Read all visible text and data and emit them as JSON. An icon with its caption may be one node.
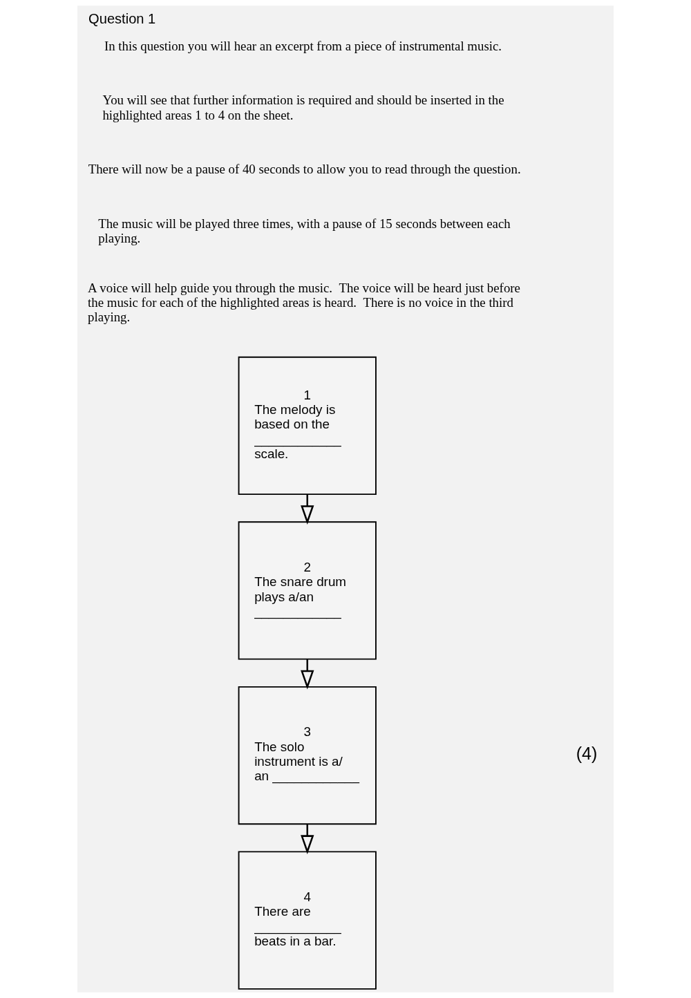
{
  "diagram": {
    "title": "Question 1",
    "nodes": [
      {
        "text": [
          "1",
          "The melody is based on the ____________ scale."
        ]
      },
      {
        "text": [
          "2",
          "The snare drum plays a/an ____________"
        ]
      },
      {
        "text": [
          "3",
          "The solo instrument is a/ an ____________"
        ]
      },
      {
        "text": [
          "4",
          "There are ____________ beats in a bar."
        ]
      }
    ],
    "edges": [
      {
        "from": 0,
        "to": 1,
        "arrow": "to"
      },
      {
        "from": 1,
        "to": 2,
        "arrow": "to"
      },
      {
        "from": 2,
        "to": 3,
        "arrow": "to"
      }
    ],
    "labels": [
      "In this question you will hear an excerpt from a piece of instrumental music.",
      "You will see that further information is required and should be inserted in the highlighted areas 1 to 4 on the sheet.",
      "There will now be a pause of 40 seconds to allow you to read through the question.",
      "The music will be played three times, with a pause of 15 seconds between each playing.",
      "A voice will help guide you through the music.  The voice will be heard just before the music for each of the highlighted areas is heard.  There is no voice in the third playing.",
      "(4)"
    ]
  }
}
